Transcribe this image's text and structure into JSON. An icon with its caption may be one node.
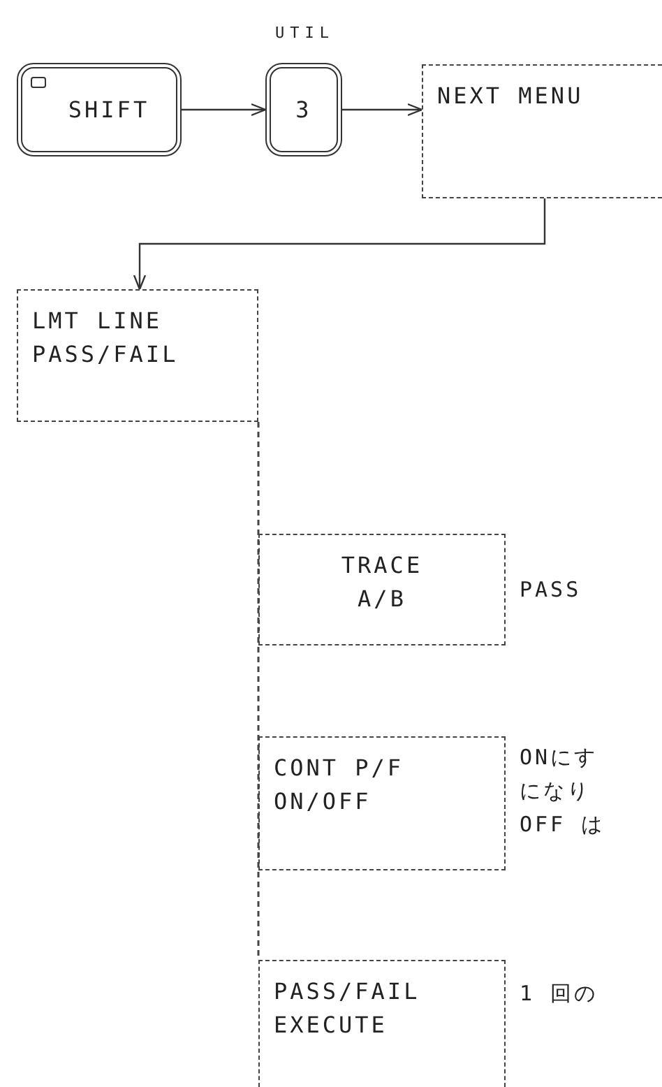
{
  "diagram": {
    "nodes": [
      {
        "text": [
          "SHIFT"
        ]
      },
      {
        "text": [
          "3"
        ],
        "beside": [
          "UTIL"
        ]
      },
      {
        "text": [
          "NEXT MENU"
        ]
      },
      {
        "text": [
          "LMT LINE PASS/FAIL"
        ]
      },
      {
        "text": [
          "TRACE A/B"
        ],
        "beside": [
          "PASS"
        ]
      },
      {
        "text": [
          "CONT P/F ON/OFF"
        ],
        "beside": [
          "ONにす",
          "になり",
          "OFF は"
        ]
      },
      {
        "text": [
          "PASS/FAIL EXECUTE"
        ],
        "beside": [
          "1 回の"
        ]
      }
    ],
    "edges": [
      {
        "from": 0,
        "to": 1,
        "arrow": "to"
      },
      {
        "from": 1,
        "to": 2,
        "arrow": "to"
      },
      {
        "from": 2,
        "to": 3,
        "arrow": "to"
      },
      {
        "from": 3,
        "to": 4,
        "arrow": "none",
        "style": "dashed"
      },
      {
        "from": 3,
        "to": 5,
        "arrow": "none",
        "style": "dashed"
      },
      {
        "from": 3,
        "to": 6,
        "arrow": "none",
        "style": "dashed"
      }
    ]
  }
}
